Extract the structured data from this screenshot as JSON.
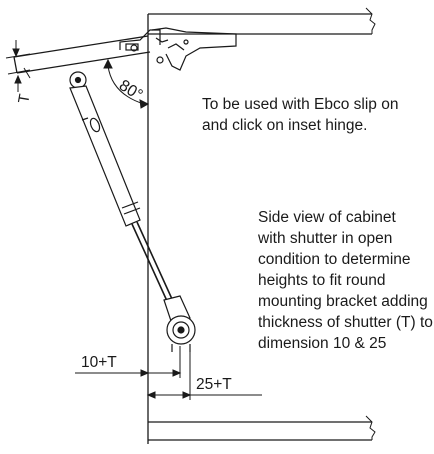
{
  "angle_label": "80°",
  "thickness_label": "T",
  "dimension_left": "10+T",
  "dimension_right": "25+T",
  "usage_note": [
    "To be used with Ebco slip on",
    "and click on inset hinge."
  ],
  "side_view_note": [
    "Side view of cabinet",
    "with shutter in open",
    "condition to determine",
    "heights to fit round",
    "mounting bracket adding",
    "thickness of shutter (T) to",
    "dimension 10 & 25"
  ]
}
